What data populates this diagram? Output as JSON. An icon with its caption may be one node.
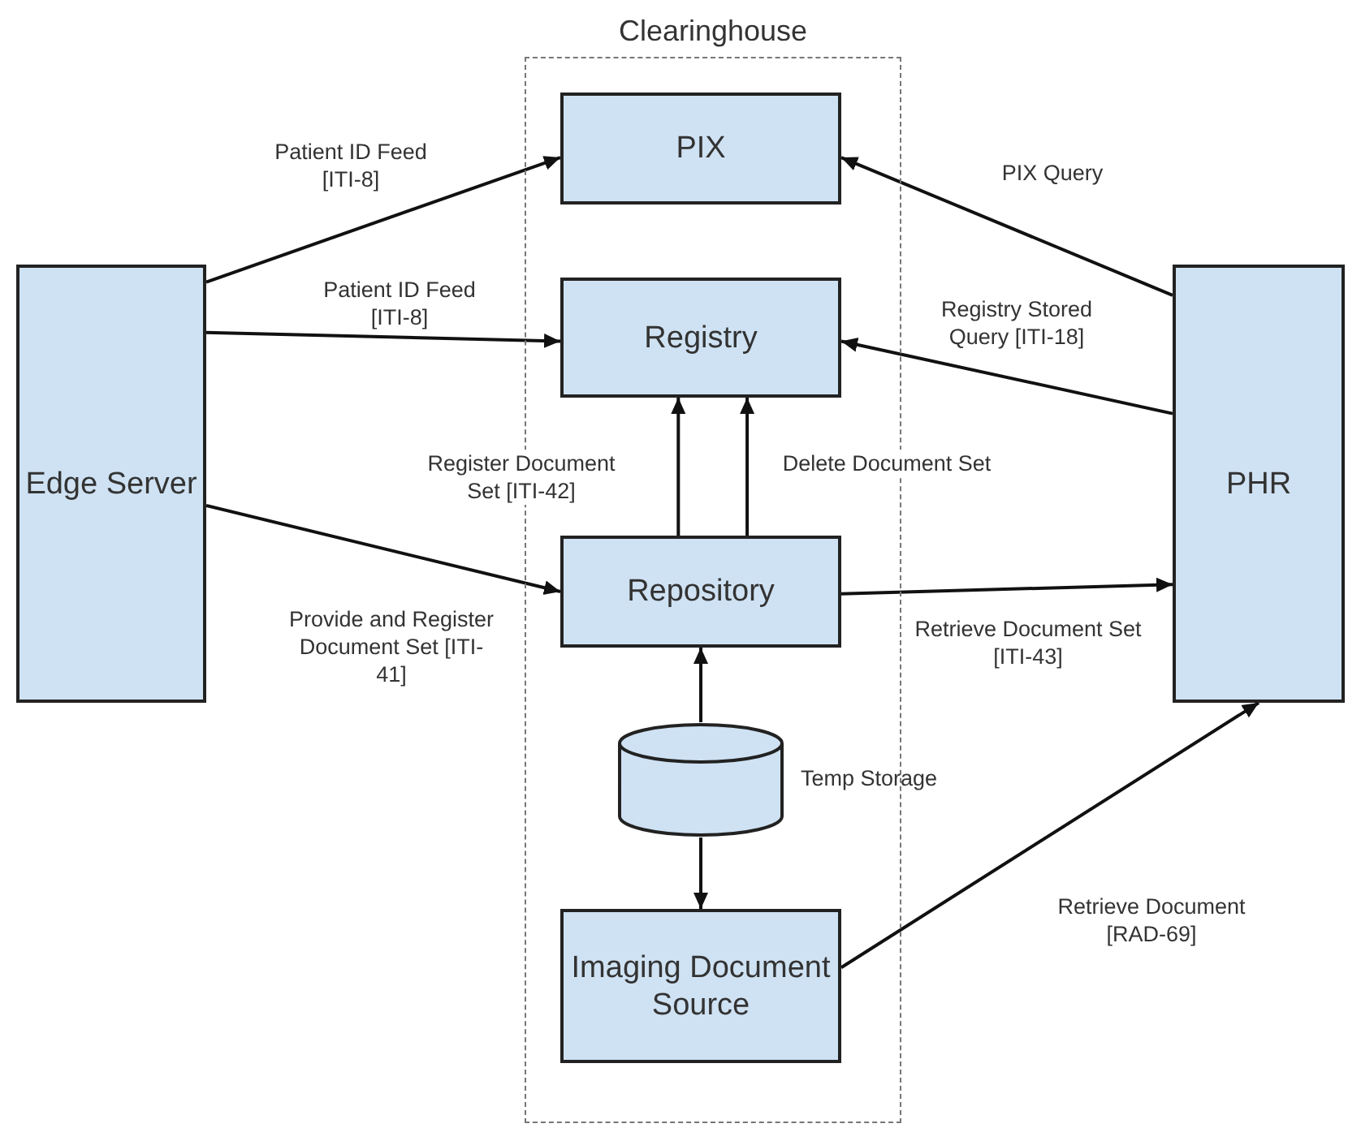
{
  "diagram": {
    "nodes": [
      {
        "text": [
          "Clearinghouse"
        ]
      },
      {
        "text": [
          "PIX"
        ],
        "in": 0
      },
      {
        "text": [
          "Registry"
        ],
        "in": 0
      },
      {
        "text": [
          "Repository"
        ],
        "in": 0
      },
      {
        "text": [],
        "shape": "cylinder",
        "in": 0,
        "beside": [
          "Temp Storage"
        ]
      },
      {
        "text": [
          "Imaging Document Source"
        ],
        "in": 0
      },
      {
        "text": [
          "Edge Server"
        ]
      },
      {
        "text": [
          "PHR"
        ]
      }
    ],
    "edges": [
      {
        "from": 6,
        "to": 1,
        "arrow": "to",
        "label": "Patient ID Feed [ITI-8]"
      },
      {
        "from": 6,
        "to": 2,
        "arrow": "to",
        "label": "Patient ID Feed [ITI-8]"
      },
      {
        "from": 6,
        "to": 3,
        "arrow": "to",
        "label": "Provide and Register Document Set [ITI-41]"
      },
      {
        "from": 3,
        "to": 2,
        "arrow": "to",
        "label": "Register Document Set [ITI-42]"
      },
      {
        "from": 3,
        "to": 2,
        "arrow": "to",
        "label": "Delete Document Set"
      },
      {
        "from": 7,
        "to": 1,
        "arrow": "to",
        "label": "PIX Query"
      },
      {
        "from": 7,
        "to": 2,
        "arrow": "to",
        "label": "Registry Stored Query [ITI-18]"
      },
      {
        "from": 3,
        "to": 7,
        "arrow": "to",
        "label": "Retrieve Document Set [ITI-43]"
      },
      {
        "from": 4,
        "to": 3,
        "arrow": "to"
      },
      {
        "from": 4,
        "to": 5,
        "arrow": "to"
      },
      {
        "from": 5,
        "to": 7,
        "arrow": "to",
        "label": "Retrieve Document [RAD-69]"
      }
    ]
  }
}
